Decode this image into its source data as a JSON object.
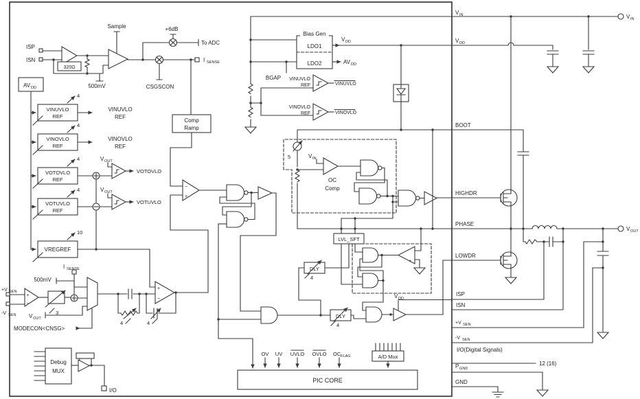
{
  "colors": {
    "wire": "#3a3a3a",
    "text": "#1e1e1e",
    "background": "#ffffff"
  },
  "t": {
    "isp": "ISP",
    "isn": "ISN",
    "r320": "320Ω",
    "sample": "Sample",
    "mv500": "500mV",
    "p6db": "+6dB",
    "toadc": "To ADC",
    "csgscon": "CSGSCON",
    "i": "I",
    "sense": "SENSE",
    "av": "AV",
    "v": "V",
    "dd": "DD",
    "inn": "IN",
    "out": "OUT",
    "biasgen": "Bias Gen",
    "ldo1": "LDO1",
    "ldo2": "LDO2",
    "bgap": "BGAP",
    "vinuvlo": "VINUVLO",
    "vinovlo": "VINOVLO",
    "ref": "REF",
    "votovlo": "VOTOVLO",
    "votuvlo": "VOTUVLO",
    "vregref": "VREGREF",
    "comp": "Comp",
    "ramp": "Ramp",
    "oc": "OC",
    "lvlsft": "LVL_SFT",
    "dly": "DLY",
    "n3": "3",
    "n4": "4",
    "n5": "5",
    "n10": "10",
    "n1216": "12 (16)",
    "plusv": "+V",
    "minusv": "-V",
    "sen": "SEN",
    "boot": "BOOT",
    "highdr": "HIGHDR",
    "phase": "PHASE",
    "lowdr": "LOWDR",
    "iodig": "I/O(Digital Signals)",
    "p": "P",
    "gnd": "GND",
    "ov": "OV",
    "uv": "UV",
    "uvlo": "UVLO",
    "ovlo": "OVLO",
    "flag": "FLAG",
    "admux": "A/D Mux",
    "piccore": "PIC CORE",
    "debug": "Debug",
    "mux": "MUX",
    "io": "I/O",
    "modecon": "MODECON<CNSG>",
    "plus": "+",
    "minus": "−"
  }
}
